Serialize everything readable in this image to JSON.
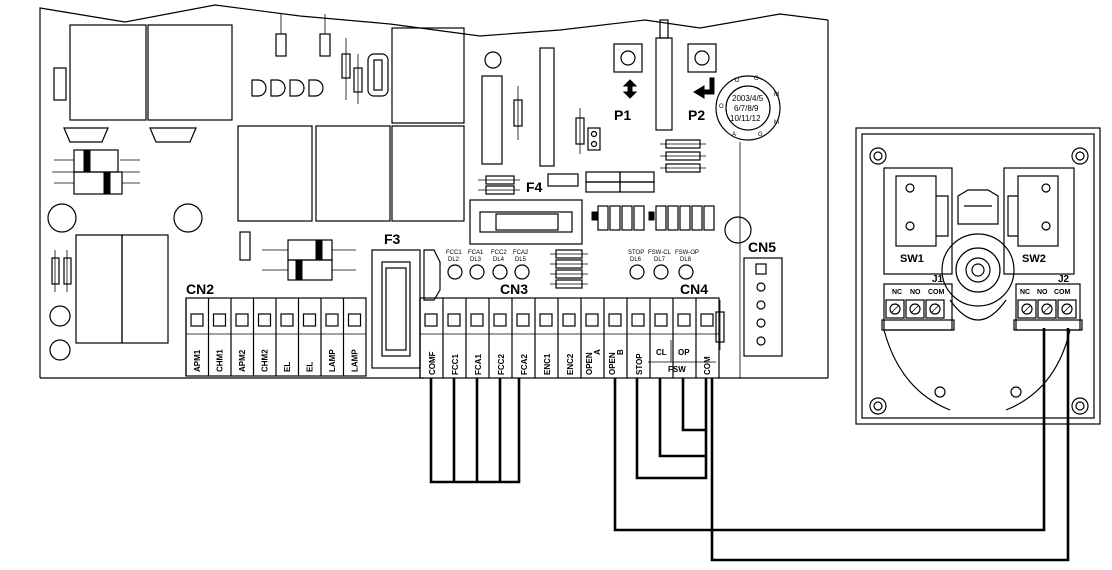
{
  "board": {
    "connectors": {
      "cn2": "CN2",
      "cn3": "CN3",
      "cn4": "CN4",
      "cn5": "CN5"
    },
    "fuses": {
      "f3": "F3",
      "f4": "F4"
    },
    "buttons": {
      "p1": "P1",
      "p2": "P2"
    },
    "cn2_terminals": [
      "APM1",
      "CHM1",
      "APM2",
      "CHM2",
      "EL",
      "EL",
      "LAMP",
      "LAMP"
    ],
    "cn3_terminals": [
      "COMF",
      "FCC1",
      "FCA1",
      "FCC2",
      "FCA2",
      "ENC1",
      "ENC2"
    ],
    "cn4_terminals": {
      "open_a": [
        "OPEN",
        "A"
      ],
      "open_b": [
        "OPEN",
        "B"
      ],
      "stop": "STOP",
      "cl": "CL",
      "op": "OP",
      "fsw": "FSW",
      "com": "COM"
    },
    "leds_left": [
      [
        "FCC1",
        "DL2"
      ],
      [
        "FCA1",
        "DL3"
      ],
      [
        "FCC2",
        "DL4"
      ],
      [
        "FCA2",
        "DL5"
      ]
    ],
    "leds_right": [
      [
        "STOP",
        "DL6"
      ],
      [
        "FSW-CL",
        "DL7"
      ],
      [
        "FSW-OP",
        "DL8"
      ]
    ],
    "dial": {
      "lines": [
        "2003/4/5",
        "6/7/8/9",
        "10/11/12"
      ],
      "letters": [
        "D",
        "G",
        "M",
        "M",
        "G",
        "A",
        "O",
        "A"
      ]
    }
  },
  "device": {
    "sw1": "SW1",
    "sw2": "SW2",
    "j1": "J1",
    "j2": "J2",
    "j1_terminals": [
      "NC",
      "NO",
      "COM"
    ],
    "j2_terminals": [
      "NC",
      "NO",
      "COM"
    ]
  }
}
